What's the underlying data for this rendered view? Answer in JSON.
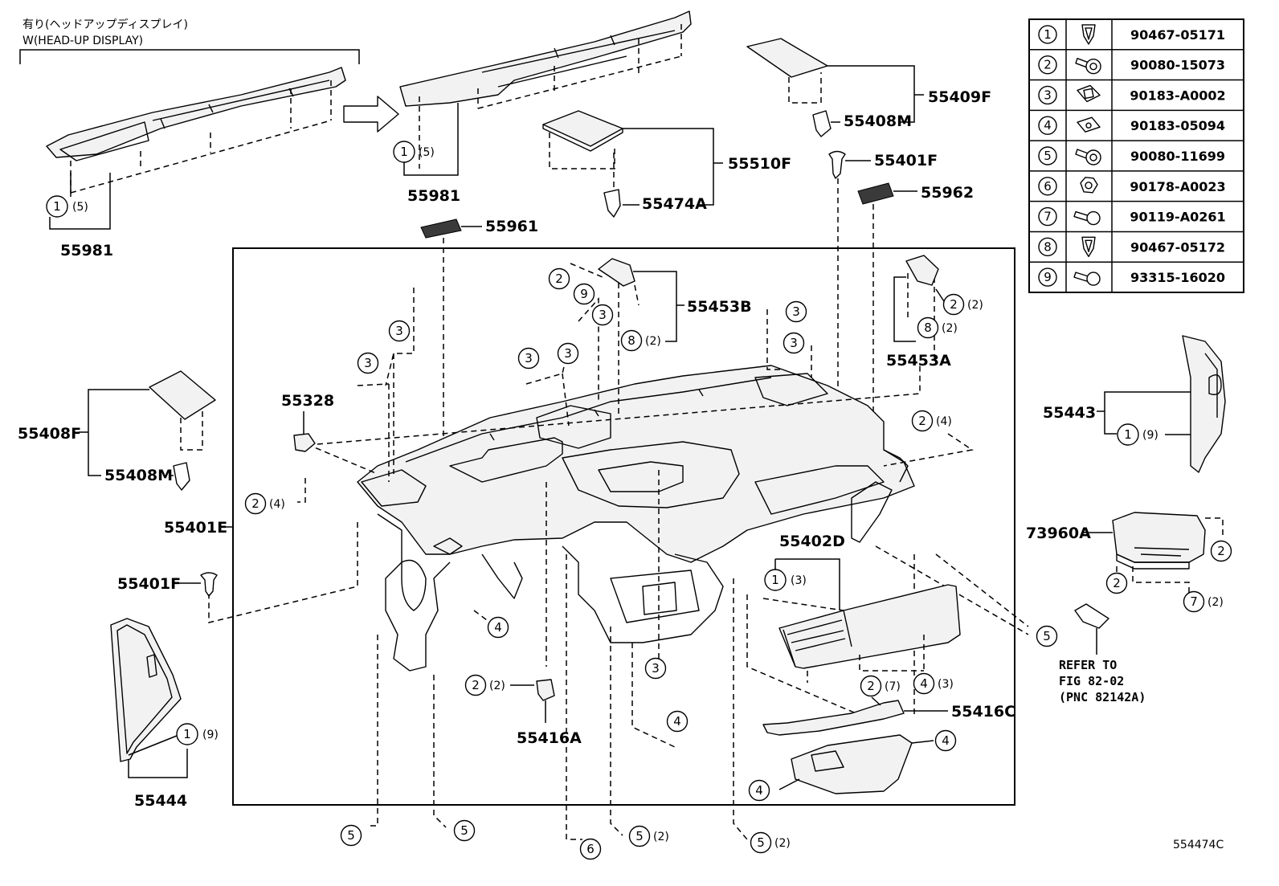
{
  "header": {
    "line1": "有り(ヘッドアップディスプレイ)",
    "line2": "W(HEAD-UP DISPLAY)"
  },
  "parts": {
    "p55981a": "55981",
    "p55981b": "55981",
    "p55961": "55961",
    "p55510F": "55510F",
    "p55474A": "55474A",
    "p55409F": "55409F",
    "p55408M_top": "55408M",
    "p55401F_top": "55401F",
    "p55962": "55962",
    "p55453B": "55453B",
    "p55453A": "55453A",
    "p55328": "55328",
    "p55408F": "55408F",
    "p55408M_left": "55408M",
    "p55401E": "55401E",
    "p55401F_left": "55401F",
    "p55444": "55444",
    "p55443": "55443",
    "p73960A": "73960A",
    "p55402D": "55402D",
    "p55416A": "55416A",
    "p55416C": "55416C"
  },
  "callouts": {
    "c1": "1",
    "c2": "2",
    "c3": "3",
    "c4": "4",
    "c5": "5",
    "c6": "6",
    "c7": "7",
    "c8": "8",
    "c9": "9"
  },
  "quantities": {
    "q_5": "(5)",
    "q_4": "(4)",
    "q_3": "(3)",
    "q_2": "(2)",
    "q_7": "(7)",
    "q_9": "(9)"
  },
  "refer": {
    "line1": "REFER TO",
    "line2": "FIG 82-02",
    "line3": "(PNC 82142A)"
  },
  "figure_code": "554474C",
  "fastener_table": {
    "rows": [
      {
        "no": "1",
        "icon": "clip-icon",
        "part": "90467-05171"
      },
      {
        "no": "2",
        "icon": "bolt-washer-icon",
        "part": "90080-15073"
      },
      {
        "no": "3",
        "icon": "nut-clip-icon",
        "part": "90183-A0002"
      },
      {
        "no": "4",
        "icon": "u-nut-icon",
        "part": "90183-05094"
      },
      {
        "no": "5",
        "icon": "bolt-washer-icon",
        "part": "90080-11699"
      },
      {
        "no": "6",
        "icon": "nut-icon",
        "part": "90178-A0023"
      },
      {
        "no": "7",
        "icon": "screw-icon",
        "part": "90119-A0261"
      },
      {
        "no": "8",
        "icon": "clip-icon",
        "part": "90467-05172"
      },
      {
        "no": "9",
        "icon": "screw-icon",
        "part": "93315-16020"
      }
    ]
  }
}
